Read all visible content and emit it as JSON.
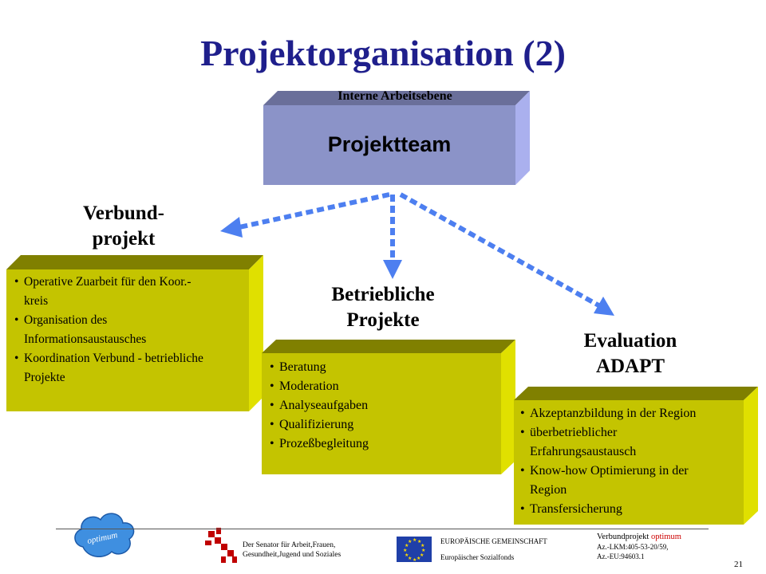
{
  "title": "Projektorganisation (2)",
  "team": {
    "top_label": "Interne Arbeitsebene",
    "label": "Projektteam"
  },
  "verbund": {
    "heading_l1": "Verbund-",
    "heading_l2": "projekt",
    "items": [
      "Operative Zuarbeit für den Koor.-",
      "kreis",
      "Organisation des",
      "Informationsaustausches",
      "Koordination Verbund - betriebliche",
      "Projekte"
    ]
  },
  "betrieb": {
    "heading_l1": "Betriebliche",
    "heading_l2": "Projekte",
    "items": [
      "Beratung",
      "Moderation",
      "Analyseaufgaben",
      "Qualifizierung",
      "Prozeßbegleitung"
    ]
  },
  "evaluation": {
    "heading_l1": "Evaluation",
    "heading_l2": "ADAPT",
    "items": [
      "Akzeptanzbildung in der Region",
      "überbetrieblicher",
      "Erfahrungsaustausch",
      "Know-how Optimierung  in der",
      "Region",
      "Transfersicherung"
    ]
  },
  "footer": {
    "logo_text": "optimum",
    "senator_l1": "Der Senator für Arbeit,Frauen,",
    "senator_l2": "Gesundheit,Jugend und Soziales",
    "eu_l1": "EUROPÄISCHE GEMEINSCHAFT",
    "eu_l2": "Europäischer Sozialfonds",
    "project_prefix": "Verbundprojekt ",
    "project_name": "optimum",
    "az1": "Az.-LKM:405-53-20/59,",
    "az2": "Az.-EU:94603.1",
    "page_number": "21"
  },
  "colors": {
    "title": "#1f1f8c",
    "team_front": "#8b93c8",
    "team_top": "#6a6f9a",
    "team_side": "#aab0ee",
    "box_front": "#c4c400",
    "box_top": "#808000",
    "box_side": "#e0e000",
    "arrow": "#4d7ff0",
    "project_name": "#cc0000"
  }
}
